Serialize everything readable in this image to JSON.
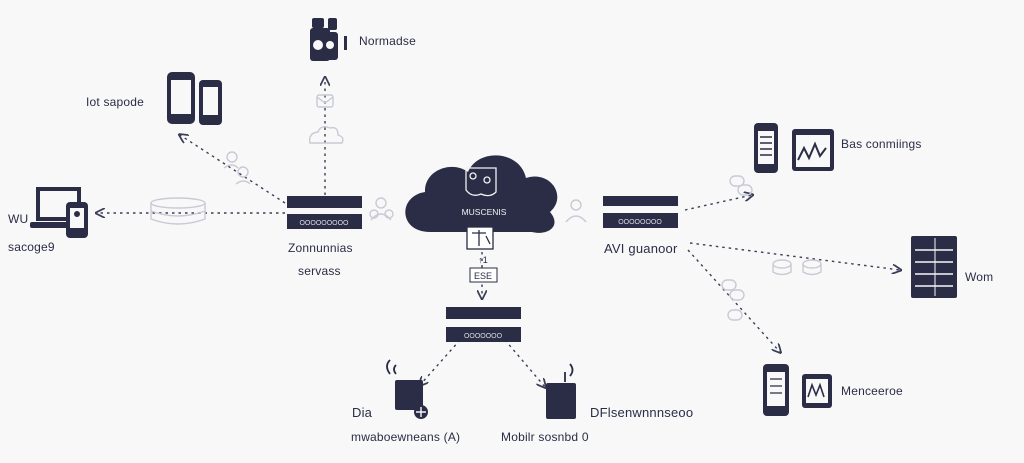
{
  "labels": {
    "top": "Normadse",
    "top_left": "Iot sapode",
    "left_line1": "WU",
    "left_line2": "sacoge9",
    "center_left_line1": "Zonnunnias",
    "center_left_line2": "servass",
    "center_right": "AVI guanoor",
    "right_top": "Bas conmiings",
    "right_mid": "Wom",
    "right_bottom": "Menceeroe",
    "bottom_left_small": "Dia",
    "bottom_left": "mwaboewneans (A)",
    "bottom_right_small": "DFlsenwnnnseoo",
    "bottom_right": "Mobilr sosnbd 0",
    "cloud_label": "MUSCENIS",
    "mini_box": "ESE",
    "mini_arrow": "↑1",
    "server_left": "OOOOOOOOO",
    "server_right": "OOOOOOOO",
    "server_bottom": "OOOOOOO"
  },
  "colors": {
    "navy": "#2a2d45",
    "line": "#3a3d55",
    "faded": "#c9cad4",
    "background": "#f8f8f9"
  },
  "icons": {
    "top": "camera-robot-icon",
    "top_left": "dual-phone-icon",
    "left": "laptop-phone-icon",
    "right_top": "tablet-dashboard-icon",
    "right_mid": "server-rack-icon",
    "right_bottom": "phone-grid-icon",
    "bottom_left": "router-icon",
    "bottom_right": "wifi-box-icon",
    "cloud": "cloud-icon"
  }
}
